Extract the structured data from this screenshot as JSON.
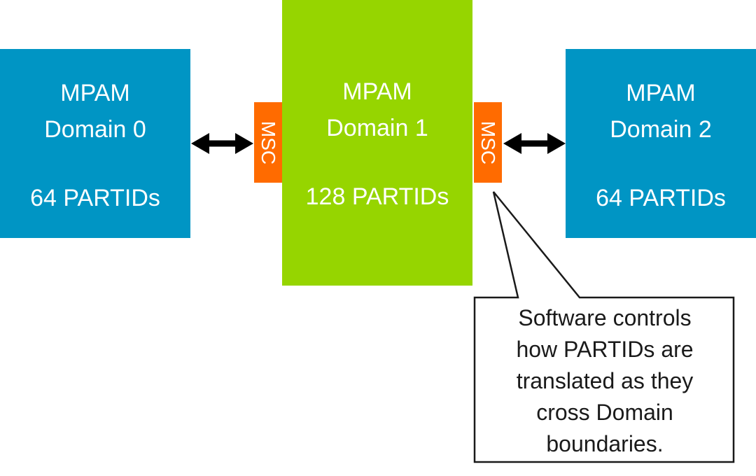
{
  "domains": [
    {
      "title": "MPAM",
      "name": "Domain 0",
      "partids": "64 PARTIDs"
    },
    {
      "title": "MPAM",
      "name": "Domain 1",
      "partids": "128 PARTIDs"
    },
    {
      "title": "MPAM",
      "name": "Domain 2",
      "partids": "64 PARTIDs"
    }
  ],
  "msc": {
    "left_label": "MSC",
    "right_label": "MSC"
  },
  "callout": {
    "lines": [
      "Software controls",
      "how PARTIDs are",
      "translated as they",
      "cross Domain",
      "boundaries."
    ]
  },
  "colors": {
    "domain_blue": "#0095c4",
    "domain_green": "#96d500",
    "msc_orange": "#ff6b00",
    "arrow": "#000000"
  }
}
